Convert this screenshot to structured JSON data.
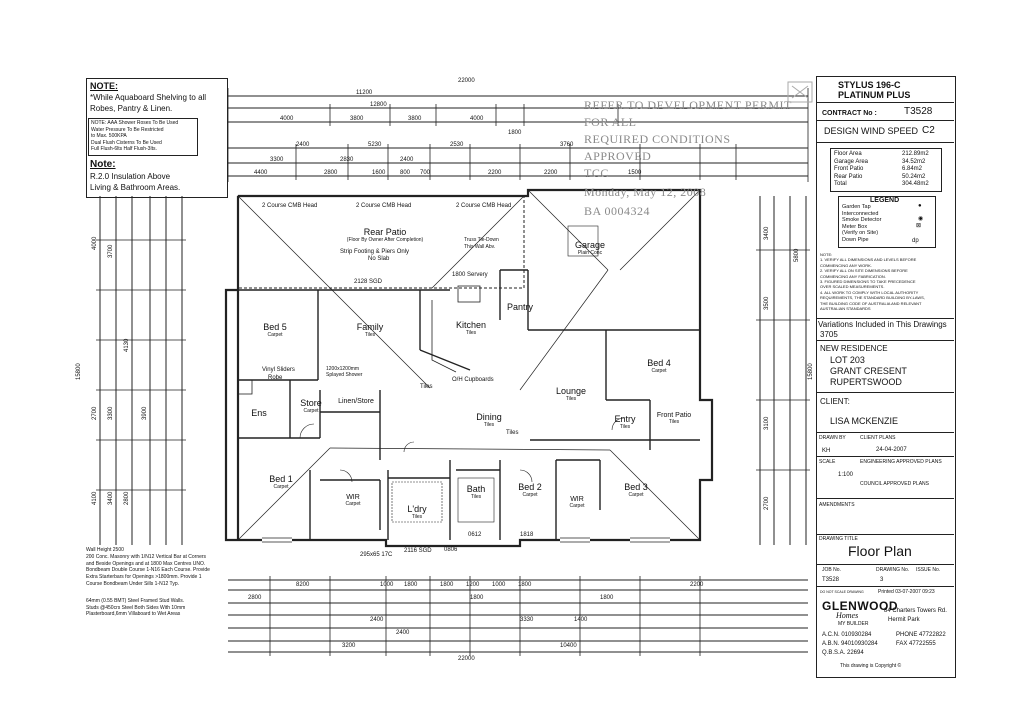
{
  "notes": {
    "title": "NOTE:",
    "shelving": "*While Aquaboard Shelving to all Robes, Pantry & Linen.",
    "shower": [
      "NOTE: AAA Shower Roses To Be Used",
      "Water Pressure To Be Restricted",
      "to Max. 500KPA",
      "Dual Flush Cisterns To Be Used",
      "Full Flush-6lts Half Flush-3lts."
    ],
    "insulation_title": "Note:",
    "insulation": [
      "R.2.0 Insulation Above",
      "Living & Bathroom Areas."
    ],
    "bottom": [
      "Wall Height 2500",
      "200 Conc. Masonry with 1/N12 Vertical Bar at Corners",
      "and Beside Openings and at 1800 Max Centres UNO.",
      "Bondbeam Double Course 1-N16 Each Course. Provide",
      "Extra Starterbars for Openings >1800mm. Provide 1",
      "Course Bondbeam Under Sills 1-N12 Typ.",
      "",
      "64mm (0.55 BMT) Steel Framed Stud Walls.",
      "Studs @450crs Steel Both Sides With 10mm",
      "Plasterboard,6mm Villaboard to Wet Areas"
    ]
  },
  "stamp": [
    "REFER TO DEVELOPMENT PERMIT",
    "FOR ALL",
    "REQUIRED CONDITIONS",
    "APPROVED",
    "TCC",
    "Monday, May 12, 2008",
    "BA 0004324"
  ],
  "title_block": {
    "model": "STYLUS 196-C",
    "series": "PLATINUM PLUS",
    "contract_label": "CONTRACT No :",
    "contract_no": "T3528",
    "wind_label": "DESIGN WIND SPEED",
    "wind_value": "C2",
    "areas": [
      {
        "name": "Floor Area",
        "value": "212.89m2"
      },
      {
        "name": "Garage Area",
        "value": "34.52m2"
      },
      {
        "name": "Front Patio",
        "value": "6.84m2"
      },
      {
        "name": "Rear Patio",
        "value": "50.24m2"
      },
      {
        "name": "Total",
        "value": "304.48m2"
      }
    ],
    "legend_title": "LEGEND",
    "legend": [
      "Garden Tap",
      "Interconnected",
      "Smoke Detector",
      "Meter Box",
      "(Verify on Site)",
      "Down Pipe"
    ],
    "legend_dp": "dp",
    "general_notes": [
      "NOTE:",
      "1. VERIFY ALL DIMENSIONS AND LEVELS BEFORE",
      "COMMENCING ANY WORK.",
      "2. VERIFY ALL ON SITE DIMENSIONS BEFORE",
      "COMMENCING ANY FABRICATION.",
      "3. FIGURED DIMENSIONS TO TAKE PRECEDENCE",
      "OVER SCALED MEASUREMENTS.",
      "4. ALL WORK TO COMPLY WITH LOCAL AUTHORITY",
      "REQUIREMENTS, THE STANDARD BUILDING BY-LAWS,",
      "THE BUILDING CODE OF AUSTRALIA AND RELEVANT",
      "AUSTRALIAN STANDARDS"
    ],
    "variations_label": "Variations Included in This Drawings",
    "variations_no": "3705",
    "project": "NEW RESIDENCE",
    "lot": "LOT 203",
    "street": "GRANT CRESENT",
    "suburb": "RUPERTSWOOD",
    "client_label": "CLIENT:",
    "client": "LISA MCKENZIE",
    "drawn_label": "DRAWN BY",
    "drawn": "KH",
    "client_plans_label": "CLIENT PLANS",
    "client_plans_date": "24-04-2007",
    "scale_label": "SCALE",
    "scale": "1:100",
    "eng_label": "ENGINEERING APPROVED PLANS",
    "council_label": "COUNCIL APPROVED PLANS",
    "amendments_label": "AMENDMENTS",
    "drawing_title_label": "DRAWING TITLE",
    "drawing_title": "Floor Plan",
    "job_label": "JOB No.",
    "job": "T3528",
    "drawing_no_label": "DRAWING No.",
    "drawing_no": "3",
    "issue_label": "ISSUE No.",
    "do_not_scale": "DO NOT SCALE DRAWING",
    "printed": "Printed 03-07-2007 09:23",
    "builder": "GLENWOOD",
    "builder_sub": "Homes",
    "builder_tag": "MY BUILDER",
    "address1": "84 Charters Towers Rd.",
    "address2": "Hermit Park",
    "acn": "A.C.N.  010930284",
    "abn": "A.B.N. 94010930284",
    "qbsa": "Q.B.S.A. 22694",
    "phone": "PHONE 47722822",
    "fax": "FAX     47722555",
    "copyright": "This drawing is Copyright ©"
  },
  "rooms": [
    {
      "name": "Rear Patio",
      "floor": "(Floor By Owner After Completion)"
    },
    {
      "name": "Garage",
      "floor": "Plain Conc"
    },
    {
      "name": "Bed 5",
      "floor": "Carpet"
    },
    {
      "name": "Family",
      "floor": "Tiles"
    },
    {
      "name": "Kitchen",
      "floor": "Tiles"
    },
    {
      "name": "Pantry",
      "floor": ""
    },
    {
      "name": "Lounge",
      "floor": "Tiles"
    },
    {
      "name": "Bed 4",
      "floor": "Carpet"
    },
    {
      "name": "Ens",
      "floor": ""
    },
    {
      "name": "Store",
      "floor": "Carpet"
    },
    {
      "name": "Linen/Store",
      "floor": ""
    },
    {
      "name": "Dining",
      "floor": "Tiles"
    },
    {
      "name": "Entry",
      "floor": "Tiles"
    },
    {
      "name": "Front Patio",
      "floor": "Tiles"
    },
    {
      "name": "Bed 1",
      "floor": "Carpet"
    },
    {
      "name": "WIR",
      "floor": "Carpet"
    },
    {
      "name": "L'dry",
      "floor": "Tiles"
    },
    {
      "name": "Bath",
      "floor": "Tiles"
    },
    {
      "name": "Bed 2",
      "floor": "Carpet"
    },
    {
      "name": "WIR",
      "floor": "Carpet"
    },
    {
      "name": "Bed 3",
      "floor": "Carpet"
    }
  ],
  "plan_notes": {
    "strip": "Strip Footing & Piers Only",
    "noslab": "No Slab",
    "truss": [
      "Truss Tie-Down",
      "This Wall Abv."
    ],
    "cmb1": "2 Course CMB Head",
    "cmb2": "2 Course CMB Head",
    "cmb3": "2 Course CMB Head",
    "sgd1": "2128 SGD",
    "servery": "1800 Servery",
    "cupboards": "O/H Cupboards",
    "sgd2": "2116 SGD",
    "slider": "Vinyl Sliders",
    "robe": "Robe",
    "tiles1": "Tiles",
    "tiles2": "Tiles",
    "shower": [
      "1200x1200mm",
      "Splayed Shower"
    ],
    "dims_top": [
      "22000",
      "11200",
      "12800",
      "4000",
      "3800",
      "3800",
      "4000",
      "5230",
      "2530",
      "2400",
      "1800",
      "3760",
      "2830",
      "2400",
      "4400",
      "2800",
      "1600",
      "800",
      "700",
      "2200",
      "2200",
      "3300",
      "1500"
    ],
    "dims_bottom": [
      "8200",
      "1000",
      "1800",
      "1800",
      "1200",
      "1000",
      "1800",
      "2200",
      "22000",
      "10400",
      "2800",
      "3200",
      "2400",
      "2400",
      "1800",
      "1800",
      "3330",
      "1400"
    ],
    "dims_left": [
      "4000",
      "3700",
      "15800",
      "4130",
      "2700",
      "3300",
      "3900",
      "4100",
      "3400",
      "2800"
    ],
    "dims_right": [
      "3400",
      "5800",
      "15800",
      "3500",
      "3100",
      "2700"
    ],
    "bottom_label": "295x65 17C",
    "bottom_dims": [
      "2116 SGD",
      "0806",
      "0612",
      "1818"
    ]
  }
}
